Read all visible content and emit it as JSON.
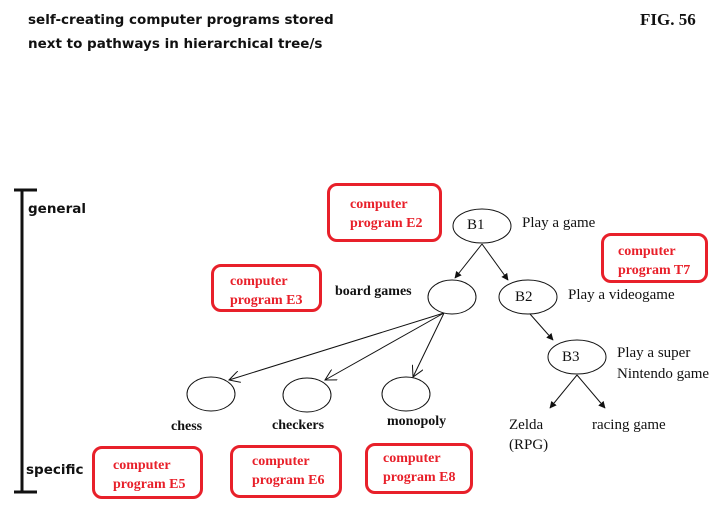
{
  "title": {
    "line1": "self-creating computer programs stored",
    "line2": "next to pathways in hierarchical tree/s"
  },
  "figure_label": "FIG. 56",
  "axis": {
    "top_label": "general",
    "bottom_label": "specific"
  },
  "nodes": {
    "b1": {
      "id": "B1",
      "description": "Play a game"
    },
    "board": {
      "label": "board games"
    },
    "b2": {
      "id": "B2",
      "description": "Play a videogame"
    },
    "b3": {
      "id": "B3",
      "description_line1": "Play a super",
      "description_line2": "Nintendo game"
    },
    "chess": {
      "label": "chess"
    },
    "checkers": {
      "label": "checkers"
    },
    "monopoly": {
      "label": "monopoly"
    },
    "zelda": {
      "label_line1": "Zelda",
      "label_line2": "(RPG)"
    },
    "racing": {
      "label": "racing game"
    }
  },
  "programs": {
    "e2": {
      "line1": "computer",
      "line2": "program E2"
    },
    "t7": {
      "line1": "computer",
      "line2": "program T7"
    },
    "e3": {
      "line1": "computer",
      "line2": "program E3"
    },
    "e5": {
      "line1": "computer",
      "line2": "program E5"
    },
    "e6": {
      "line1": "computer",
      "line2": "program E6"
    },
    "e8": {
      "line1": "computer",
      "line2": "program E8"
    }
  },
  "colors": {
    "program_box": "#e8202a",
    "ink": "#111111"
  }
}
